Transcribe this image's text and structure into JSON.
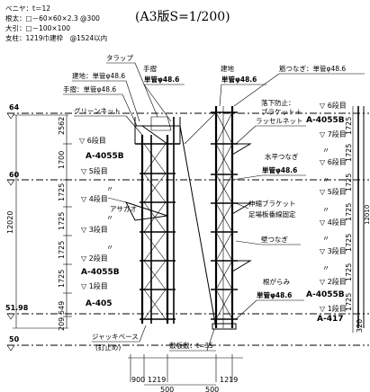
{
  "spec": {
    "line1": "ベニヤ：t＝12",
    "line2": "根太：□－60×60×2.3 @300",
    "line3": "大引：□－100×100",
    "line4": "支柱：1219巾建枠　@1524以内"
  },
  "scale_title": "(A3版S=1/200)",
  "labels": {
    "tarappu": "タラップ",
    "tesuri_top": "手摺",
    "tesuri_top_pipe": "単管φ48.6",
    "hashigo": "建地：単管φ48.6",
    "tesuri_left": "手摺：単管φ48.6",
    "tateji_mid": "建地",
    "tateji_mid_pipe": "単管φ48.6",
    "kumitsunagi": "筋つなぎ：単管φ48.6",
    "green_net": "グリーンネット",
    "rakka_boushi": "落下防止：",
    "bracket": "ブラケット＋",
    "rasseru": "ラッセルネット",
    "suihei_tsunagi": "水平つなぎ",
    "suihei_pipe": "単管φ48.6",
    "shinshuku": "伸縮ブラケット",
    "ashiba": "足場板番線固定",
    "kabe_tsunagi": "壁つなぎ",
    "nekarami": "根がらみ",
    "nekarami_pipe": "単管φ48.6",
    "asagao": "アサガオ",
    "jack": "ジャッキベース",
    "jack_sub": "(釘止め)",
    "shikiita": "敷板敷：t=35"
  },
  "left_levels": [
    "▽ 6段目",
    "▽ 5段目",
    "▽ 4段目",
    "▽ 3段目",
    "▽ 2段目",
    "▽ 1段目"
  ],
  "right_levels": [
    "▽ 6段目",
    "▽ 7段目",
    "▽ 6段目",
    "▽ 5段目",
    "▽ 4段目",
    "▽ 3段目",
    "▽ 2段目",
    "▽ 1段目"
  ],
  "right_quote": "〃",
  "codes": {
    "left_top": "A-4055B",
    "left_mid": "A-4055B",
    "left_bot": "A-405",
    "right_top": "A-4055B",
    "right_mid": "A-4055B",
    "right_bot": "A-417"
  },
  "elev": {
    "e64": "64",
    "e60": "60",
    "e5198": "51.98",
    "e50": "50"
  },
  "dims_left": {
    "total": "12020",
    "d2562": "2562",
    "d1700": "1700",
    "d1725a": "1725",
    "d1725b": "1725",
    "d1725c": "1725",
    "d1725d": "1725",
    "d549": "549",
    "d209": "209"
  },
  "dims_right": {
    "d1725a": "1725",
    "d1725b": "1725",
    "d1725c": "1725",
    "d1725d": "1725",
    "d1725e": "1725",
    "d1725f": "1725",
    "d1725g": "1725",
    "d12010": "12010",
    "d320": "320"
  },
  "dims_bottom": {
    "d900": "900",
    "d1219a": "1219",
    "d500a": "500",
    "d500b": "500",
    "d1219b": "1219"
  }
}
